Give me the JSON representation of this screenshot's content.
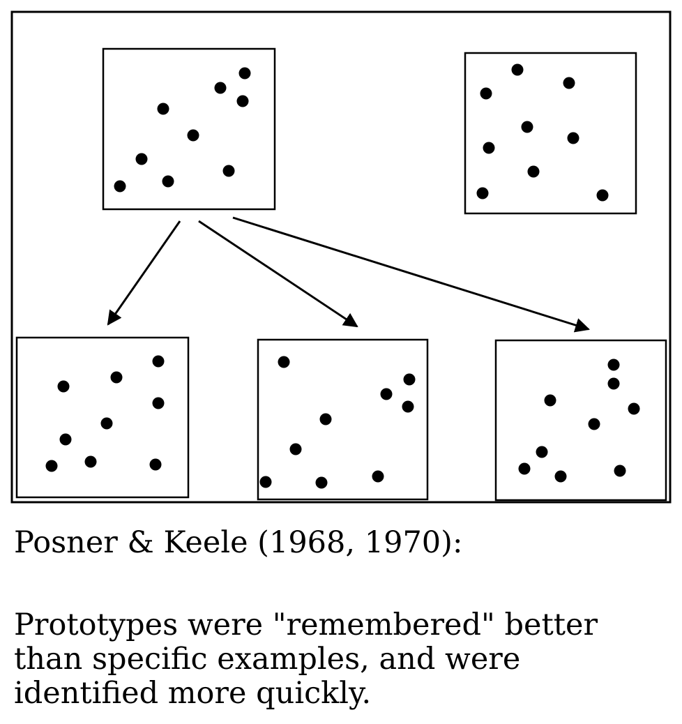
{
  "caption": {
    "title": "Posner & Keele (1968, 1970):",
    "lines": [
      "Prototypes were \"remembered\" better",
      "than specific examples, and were",
      "identified more quickly."
    ]
  },
  "colors": {
    "ink": "#000000",
    "background": "#ffffff"
  },
  "panels": [
    {
      "id": "prototype-panel",
      "role": "prototype"
    },
    {
      "id": "other-pattern-panel",
      "role": "other-pattern"
    },
    {
      "id": "example-panel-1",
      "role": "distortion"
    },
    {
      "id": "example-panel-2",
      "role": "distortion"
    },
    {
      "id": "example-panel-3",
      "role": "distortion"
    }
  ],
  "arrows": [
    {
      "from": "prototype-panel",
      "to": "example-panel-1"
    },
    {
      "from": "prototype-panel",
      "to": "example-panel-2"
    },
    {
      "from": "prototype-panel",
      "to": "example-panel-3"
    }
  ]
}
